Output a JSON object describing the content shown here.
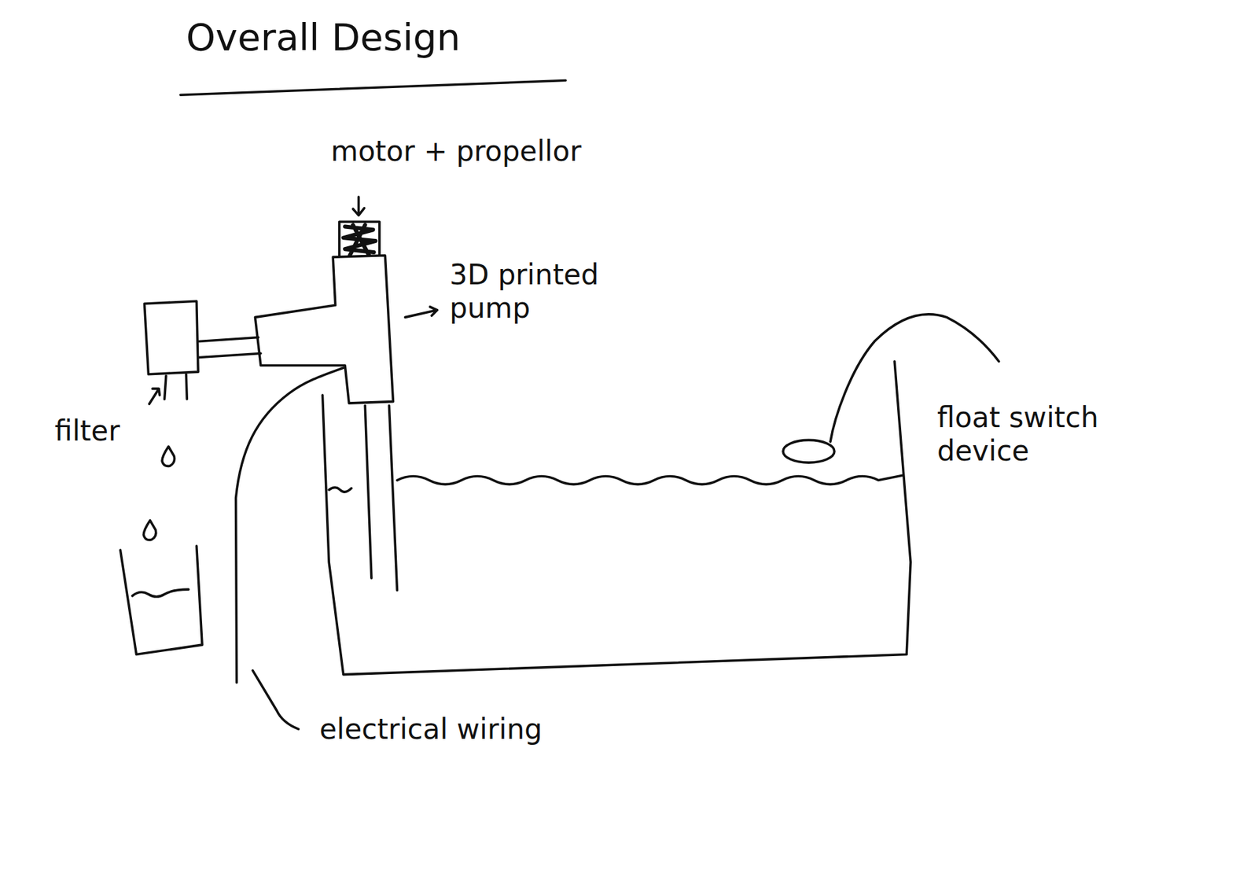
{
  "diagram": {
    "title": "Overall Design",
    "labels": [
      "motor + propellor",
      "3D printed pump",
      "filter",
      "float switch device",
      "electrical wiring"
    ]
  }
}
